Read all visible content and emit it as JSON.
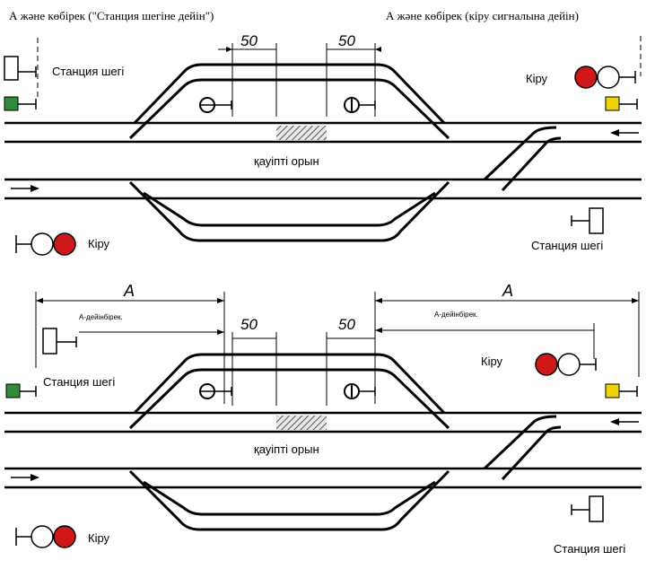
{
  "top": {
    "title_left": "А және көбірек (\"Станция шегіне дейін\")",
    "title_right": "А және көбірек (кіру сигналына дейін)",
    "dim_left": "50",
    "dim_right": "50",
    "station_limit_left": "Станция шегі",
    "station_limit_right": "Станция шегі",
    "entry_right": "Кіру",
    "entry_left": "Кіру",
    "danger_zone": "қауіпті орын"
  },
  "bottom": {
    "A_left": "А",
    "A_right": "А",
    "sub_left": "А-дейінбірек.",
    "sub_right": "А-дейінбірек.",
    "dim_left": "50",
    "dim_right": "50",
    "station_limit_left": "Станция шегі",
    "station_limit_right": "Станция шегі",
    "entry_right": "Кіру",
    "entry_left": "Кіру",
    "danger_zone": "қауіпті орын"
  },
  "colors": {
    "red": "#d01818",
    "green": "#2f8a3a",
    "yellow": "#f0d400",
    "hatch": "#555555"
  }
}
